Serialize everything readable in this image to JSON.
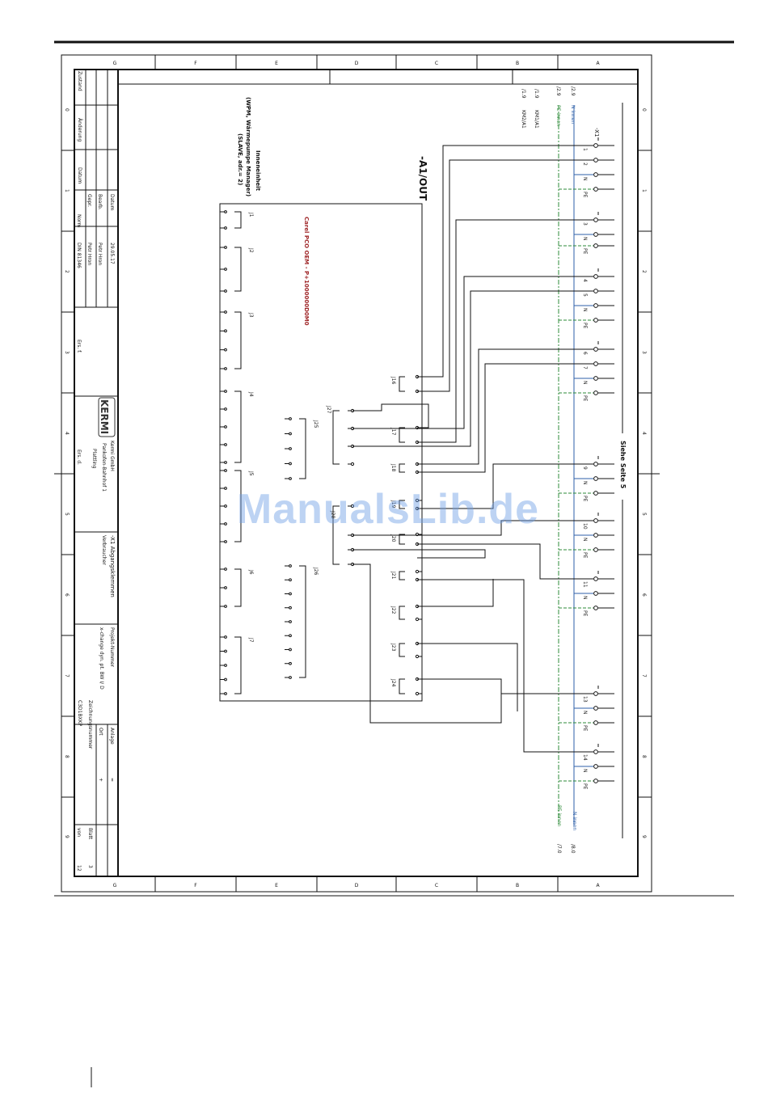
{
  "columns": [
    "G",
    "F",
    "E",
    "D",
    "C",
    "B",
    "A"
  ],
  "rows": [
    "0",
    "1",
    "2",
    "3",
    "4",
    "5",
    "6",
    "7",
    "8",
    "9"
  ],
  "title_block": {
    "zustand": "Zustand",
    "aenderung": "Änderung",
    "datum": "Datum",
    "datum_label": "Datum",
    "datum_value": "29.05.17",
    "bearb_label": "Bearb.",
    "bearb_value": "Petr Hron",
    "gepr_label": "Gepr.",
    "gepr_value": "Petr Hron",
    "norm_label": "Norm",
    "norm_value": "DIN 81346",
    "ers_f": "Ers. f.",
    "ers_d": "Ers. d.",
    "company": "Kermi GmbH",
    "street": "Pankofen-Bahnhof 1",
    "city": "Plattling",
    "logo": "KERMI",
    "drawing_title": "-X1 Abgangsklemmen",
    "drawing_subtitle": "Verbraucher",
    "projekt_label": "Projekt-Nummer",
    "projekt_value": "x-change dyn. pt. BW I/ D",
    "zeichnung_label": "Zeichnungsnummer",
    "zeichnung_value": "C3D1BXKP",
    "anlage_label": "Anlage",
    "anlage_value": "=",
    "ort_label": "Ort",
    "ort_value": "+",
    "blatt_label": "Blatt",
    "blatt_value": "3",
    "von_label": "von",
    "von_value": "12"
  },
  "diagram": {
    "innen_title": "Inneneinheit",
    "innen_sub1": "(WPM, Wärmepumpe Manager)",
    "innen_sub2": "(SLAVE, adr.= 2)",
    "controller_ref": "-A1/OUT",
    "controller_model": "Carel PCO OEM - P+1000000D0M0",
    "siehe": "Siehe Seite 5",
    "terminal_strip": "-X1",
    "ref_n_in": "/2.9",
    "n_innen": "N innen",
    "ref_pe_in": "/2.9",
    "pe_innen": "PE innen",
    "ref_km1": "/1.9",
    "km1": "KM1/A1",
    "ref_km2": "/1.9",
    "km2": "KM2/A1",
    "n_innen_out": "N innen",
    "ref_n_out": "/8.0",
    "pe_innen_out": "PE innen",
    "ref_pe_out": "/7.0",
    "left_connectors": [
      "J1",
      "J2",
      "J3",
      "J4",
      "J5",
      "J6",
      "J7"
    ],
    "mid_connectors": [
      "J25",
      "J26"
    ],
    "j27": "J27",
    "j28": "J28",
    "right_connectors": [
      "J16",
      "J17",
      "J18",
      "J19",
      "J20",
      "J21",
      "J22",
      "J23",
      "J24"
    ],
    "terminal_groups": [
      [
        "1",
        "2",
        "N",
        "PE"
      ],
      [
        "3",
        "N",
        "PE"
      ],
      [
        "4",
        "5",
        "N",
        "PE"
      ],
      [
        "6",
        "7",
        "N",
        "PE"
      ],
      [
        "9",
        "N",
        "PE"
      ],
      [
        "10",
        "N",
        "PE"
      ],
      [
        "11",
        "N",
        "PE"
      ],
      [
        "13",
        "N",
        "PE"
      ],
      [
        "14",
        "N",
        "PE"
      ]
    ]
  },
  "watermark": "ManualsLib.de",
  "colors": {
    "line": "#111111",
    "neutral": "#2d5fa8",
    "earth": "#2e8b3a",
    "controller_text": "#a0282a",
    "watermark": "#6fa0e6"
  }
}
